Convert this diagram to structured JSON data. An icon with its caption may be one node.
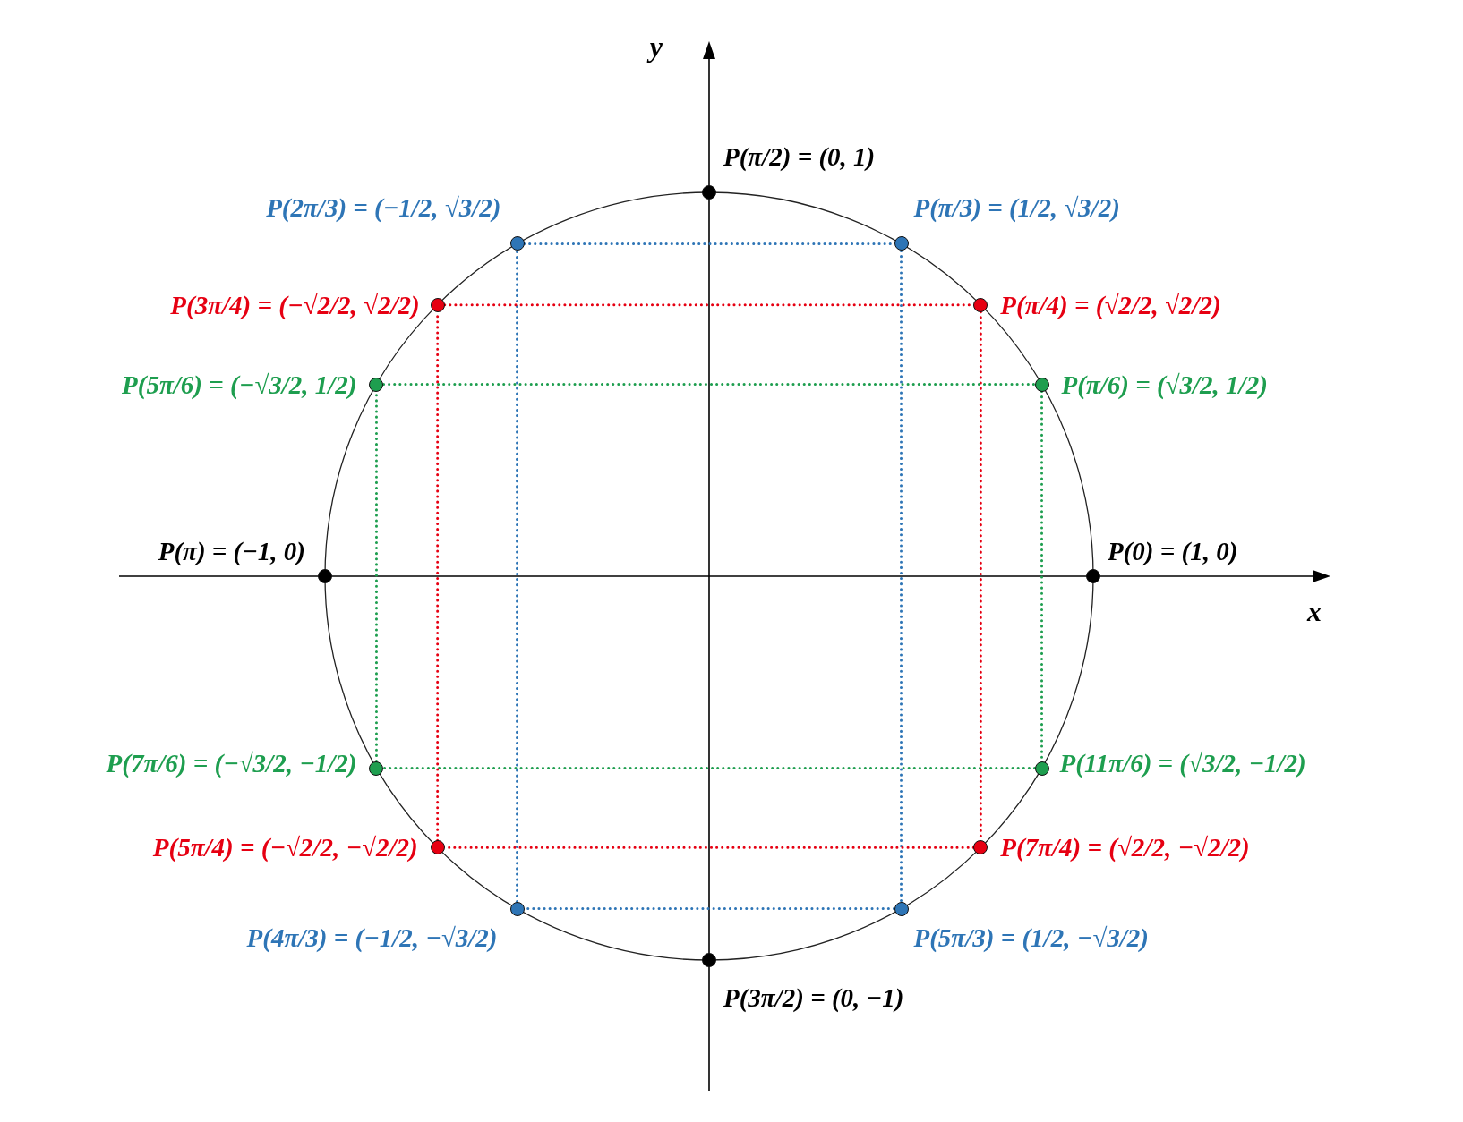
{
  "diagram": {
    "nodes": [
      {
        "text": [],
        "shape": "circle",
        "beside": [
          "P(π/2) = (0, 1)"
        ]
      },
      {
        "text": [],
        "shape": "circle",
        "beside": [
          "P(2π/3) = (−1/2, √3/2)"
        ]
      },
      {
        "text": [],
        "shape": "circle",
        "beside": [
          "P(π/3) = (1/2, √3/2)"
        ]
      },
      {
        "text": [],
        "shape": "circle",
        "beside": [
          "P(3π/4) = (−√2/2, √2/2)"
        ]
      },
      {
        "text": [],
        "shape": "circle",
        "beside": [
          "P(π/4) = (√2/2, √2/2)"
        ]
      },
      {
        "text": [],
        "shape": "circle",
        "beside": [
          "P(5π/6) = (−√3/2, 1/2)"
        ]
      },
      {
        "text": [],
        "shape": "circle",
        "beside": [
          "P(π/6) = (√3/2, 1/2)"
        ]
      },
      {
        "text": [],
        "shape": "circle",
        "beside": [
          "P(π) = (−1, 0)"
        ]
      },
      {
        "text": [],
        "shape": "circle",
        "beside": [
          "P(0) = (1, 0)"
        ]
      },
      {
        "text": [],
        "shape": "circle",
        "beside": [
          "P(7π/6) = (−√3/2, −1/2)"
        ]
      },
      {
        "text": [],
        "shape": "circle",
        "beside": [
          "P(11π/6) = (√3/2, −1/2)"
        ]
      },
      {
        "text": [],
        "shape": "circle",
        "beside": [
          "P(5π/4) = (−√2/2, −√2/2)"
        ]
      },
      {
        "text": [],
        "shape": "circle",
        "beside": [
          "P(7π/4) = (√2/2, −√2/2)"
        ]
      },
      {
        "text": [],
        "shape": "circle",
        "beside": [
          "P(4π/3) = (−1/2, −√3/2)"
        ]
      },
      {
        "text": [],
        "shape": "circle",
        "beside": [
          "P(5π/3) = (1/2, −√3/2)"
        ]
      },
      {
        "text": [],
        "shape": "circle",
        "beside": [
          "P(3π/2) = (0, −1)"
        ]
      }
    ],
    "edges": [
      {
        "from": 1,
        "to": 2,
        "arrow": "none",
        "style": "dashed",
        "color": "#2e75b6"
      },
      {
        "from": 2,
        "to": 14,
        "arrow": "none",
        "style": "dashed",
        "color": "#2e75b6"
      },
      {
        "from": 14,
        "to": 13,
        "arrow": "none",
        "style": "dashed",
        "color": "#2e75b6"
      },
      {
        "from": 13,
        "to": 1,
        "arrow": "none",
        "style": "dashed",
        "color": "#2e75b6"
      },
      {
        "from": 3,
        "to": 4,
        "arrow": "none",
        "style": "dashed",
        "color": "#e60012"
      },
      {
        "from": 4,
        "to": 12,
        "arrow": "none",
        "style": "dashed",
        "color": "#e60012"
      },
      {
        "from": 12,
        "to": 11,
        "arrow": "none",
        "style": "dashed",
        "color": "#e60012"
      },
      {
        "from": 11,
        "to": 3,
        "arrow": "none",
        "style": "dashed",
        "color": "#e60012"
      },
      {
        "from": 5,
        "to": 6,
        "arrow": "none",
        "style": "dashed",
        "color": "#1e9e4f"
      },
      {
        "from": 6,
        "to": 10,
        "arrow": "none",
        "style": "dashed",
        "color": "#1e9e4f"
      },
      {
        "from": 10,
        "to": 9,
        "arrow": "none",
        "style": "dashed",
        "color": "#1e9e4f"
      },
      {
        "from": 9,
        "to": 5,
        "arrow": "none",
        "style": "dashed",
        "color": "#1e9e4f"
      }
    ],
    "labels": [
      "y",
      "x"
    ]
  }
}
